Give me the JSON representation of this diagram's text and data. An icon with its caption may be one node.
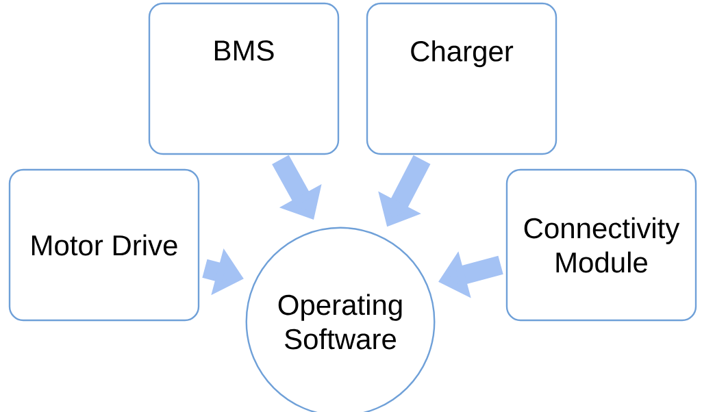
{
  "diagram": {
    "nodes": [
      {
        "text": [
          "BMS"
        ]
      },
      {
        "text": [
          "Charger"
        ]
      },
      {
        "text": [
          "Motor Drive"
        ]
      },
      {
        "text": [
          "Connectivity Module"
        ]
      },
      {
        "text": [
          "Operating Software"
        ]
      }
    ],
    "edges": [
      {
        "from": 0,
        "to": 4,
        "arrow": "to"
      },
      {
        "from": 1,
        "to": 4,
        "arrow": "to"
      },
      {
        "from": 2,
        "to": 4,
        "arrow": "to"
      },
      {
        "from": 3,
        "to": 4,
        "arrow": "to"
      }
    ]
  }
}
